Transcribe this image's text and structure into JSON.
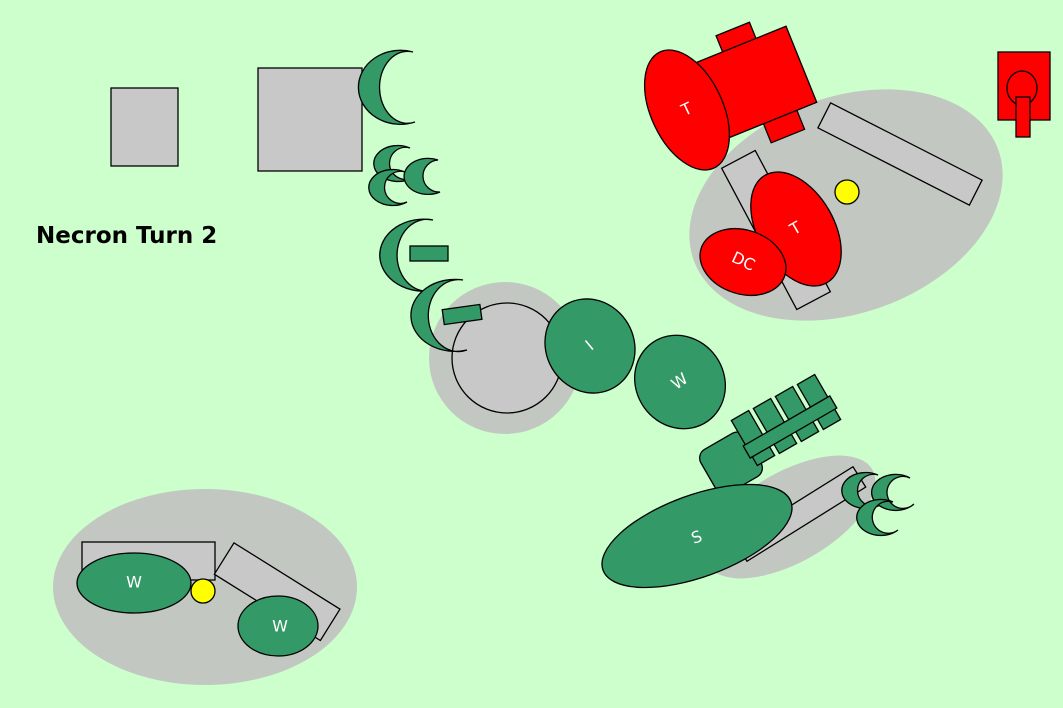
{
  "title": "Necron Turn 2",
  "colors": {
    "background": "#ccffcc",
    "terrain_area": "#c2c7c2",
    "terrain_piece": "#c8c8c8",
    "necron": "#339966",
    "enemy": "#ff0000",
    "objective": "#ffff00"
  },
  "units": {
    "enemy_vehicle_label": "T",
    "enemy_tyrant_label": "T",
    "enemy_dc_label": "DC",
    "necron_i_label": "I",
    "necron_w_label": "W",
    "necron_s_label": "S",
    "necron_w2_label": "W",
    "necron_w3_label": "W"
  }
}
